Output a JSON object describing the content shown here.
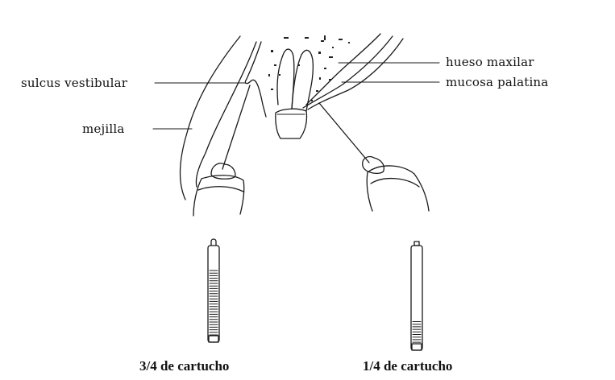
{
  "labels": {
    "hueso_maxilar": "hueso maxilar",
    "mucosa_palatina": "mucosa palatina",
    "sulcus_vestibular": "sulcus vestibular",
    "mejilla": "mejilla"
  },
  "cartridges": [
    {
      "caption": "3/4 de cartucho",
      "fill_fraction": 0.75
    },
    {
      "caption": "1/4 de cartucho",
      "fill_fraction": 0.25
    }
  ]
}
